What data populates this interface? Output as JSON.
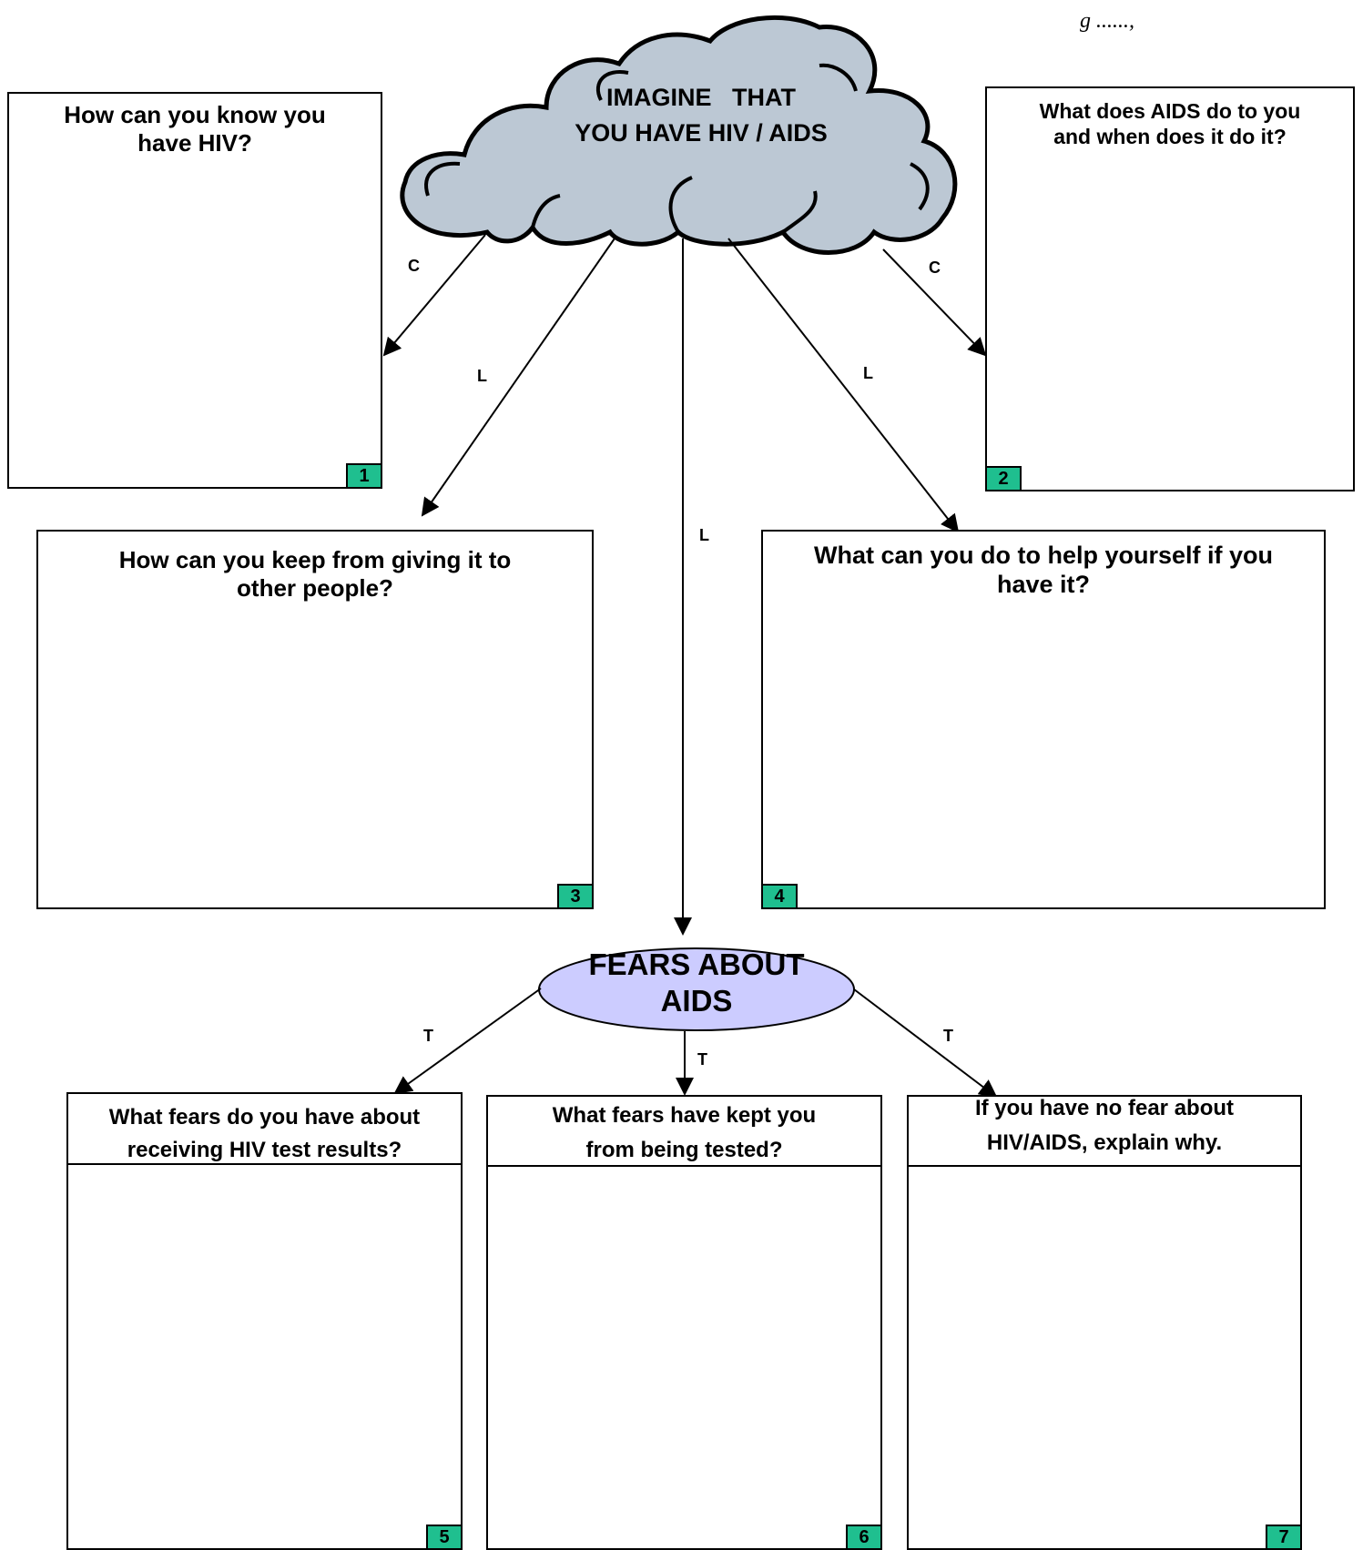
{
  "cloud": {
    "text": "IMAGINE   THAT\nYOU HAVE HIV / AIDS"
  },
  "ellipse": {
    "text": "FEARS ABOUT\nAIDS"
  },
  "corner_fragment": "g ......,",
  "boxes": [
    {
      "number": "1",
      "question": "How can you know you\nhave HIV?"
    },
    {
      "number": "2",
      "question": "What does AIDS do to you\nand when does it do it?"
    },
    {
      "number": "3",
      "question": "How can you keep from giving it to\nother people?"
    },
    {
      "number": "4",
      "question": "What can you do to help yourself if you\nhave it?"
    },
    {
      "number": "5",
      "question": "What fears do you have about\nreceiving HIV test results?"
    },
    {
      "number": "6",
      "question": "What fears have kept you\nfrom being tested?"
    },
    {
      "number": "7",
      "question": "If you have no fear about\nHIV/AIDS, explain why."
    }
  ],
  "arrow_labels": {
    "to_box1": "C",
    "to_box2": "C",
    "to_box3": "L",
    "to_box4": "L",
    "to_fears": "L",
    "to_box5": "T",
    "to_box6": "T",
    "to_box7": "T"
  },
  "colors": {
    "cloud_fill": "#bcc8d4",
    "ellipse_fill": "#ccccff",
    "number_badge": "#1fbf8f"
  }
}
